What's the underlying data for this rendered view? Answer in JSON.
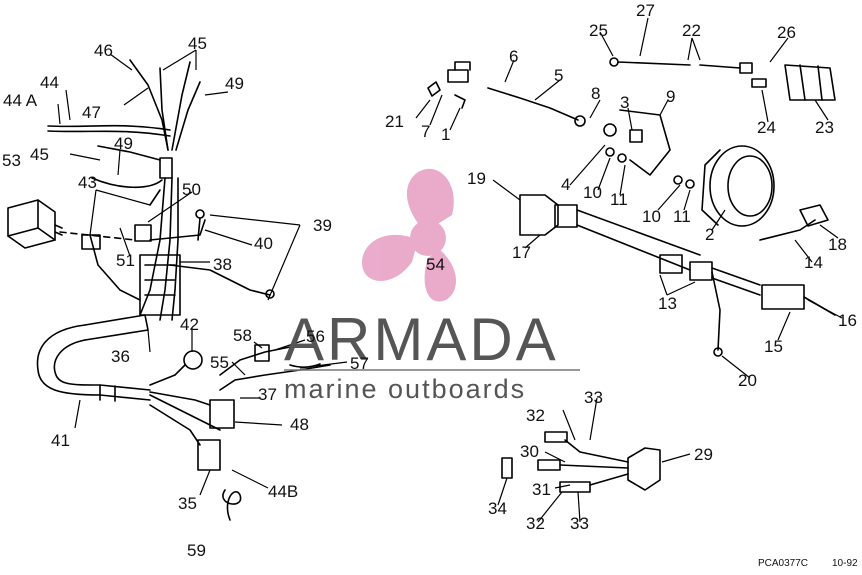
{
  "watermark": {
    "brand": "ARMADA",
    "tagline": "marine outboards",
    "logo_color": "#e8a3c6",
    "text_color": "#555555"
  },
  "footer": {
    "code": "PCA0377C",
    "date": "10-92"
  },
  "callouts": [
    {
      "id": "c1",
      "text": "1"
    },
    {
      "id": "c2",
      "text": "2"
    },
    {
      "id": "c3",
      "text": "3"
    },
    {
      "id": "c4",
      "text": "4"
    },
    {
      "id": "c5",
      "text": "5"
    },
    {
      "id": "c6",
      "text": "6"
    },
    {
      "id": "c7",
      "text": "7"
    },
    {
      "id": "c8",
      "text": "8"
    },
    {
      "id": "c9",
      "text": "9"
    },
    {
      "id": "c10a",
      "text": "10"
    },
    {
      "id": "c10b",
      "text": "10"
    },
    {
      "id": "c11a",
      "text": "11"
    },
    {
      "id": "c11b",
      "text": "11"
    },
    {
      "id": "c13",
      "text": "13"
    },
    {
      "id": "c14",
      "text": "14"
    },
    {
      "id": "c15",
      "text": "15"
    },
    {
      "id": "c16",
      "text": "16"
    },
    {
      "id": "c17",
      "text": "17"
    },
    {
      "id": "c18",
      "text": "18"
    },
    {
      "id": "c19",
      "text": "19"
    },
    {
      "id": "c20",
      "text": "20"
    },
    {
      "id": "c21",
      "text": "21"
    },
    {
      "id": "c22",
      "text": "22"
    },
    {
      "id": "c23",
      "text": "23"
    },
    {
      "id": "c24",
      "text": "24"
    },
    {
      "id": "c25",
      "text": "25"
    },
    {
      "id": "c26",
      "text": "26"
    },
    {
      "id": "c27",
      "text": "27"
    },
    {
      "id": "c29",
      "text": "29"
    },
    {
      "id": "c30",
      "text": "30"
    },
    {
      "id": "c31",
      "text": "31"
    },
    {
      "id": "c32a",
      "text": "32"
    },
    {
      "id": "c32b",
      "text": "32"
    },
    {
      "id": "c33a",
      "text": "33"
    },
    {
      "id": "c33b",
      "text": "33"
    },
    {
      "id": "c34",
      "text": "34"
    },
    {
      "id": "c35",
      "text": "35"
    },
    {
      "id": "c36",
      "text": "36"
    },
    {
      "id": "c37",
      "text": "37"
    },
    {
      "id": "c38",
      "text": "38"
    },
    {
      "id": "c39",
      "text": "39"
    },
    {
      "id": "c40",
      "text": "40"
    },
    {
      "id": "c41",
      "text": "41"
    },
    {
      "id": "c42",
      "text": "42"
    },
    {
      "id": "c43",
      "text": "43"
    },
    {
      "id": "c44",
      "text": "44"
    },
    {
      "id": "c44a",
      "text": "44 A"
    },
    {
      "id": "c44b",
      "text": "44B"
    },
    {
      "id": "c45a",
      "text": "45"
    },
    {
      "id": "c45b",
      "text": "45"
    },
    {
      "id": "c46",
      "text": "46"
    },
    {
      "id": "c47",
      "text": "47"
    },
    {
      "id": "c48",
      "text": "48"
    },
    {
      "id": "c49a",
      "text": "49"
    },
    {
      "id": "c49b",
      "text": "49"
    },
    {
      "id": "c50",
      "text": "50"
    },
    {
      "id": "c51",
      "text": "51"
    },
    {
      "id": "c53",
      "text": "53"
    },
    {
      "id": "c54",
      "text": "54"
    },
    {
      "id": "c55",
      "text": "55"
    },
    {
      "id": "c56",
      "text": "56"
    },
    {
      "id": "c57",
      "text": "57"
    },
    {
      "id": "c58",
      "text": "58"
    },
    {
      "id": "c59",
      "text": "59"
    }
  ]
}
